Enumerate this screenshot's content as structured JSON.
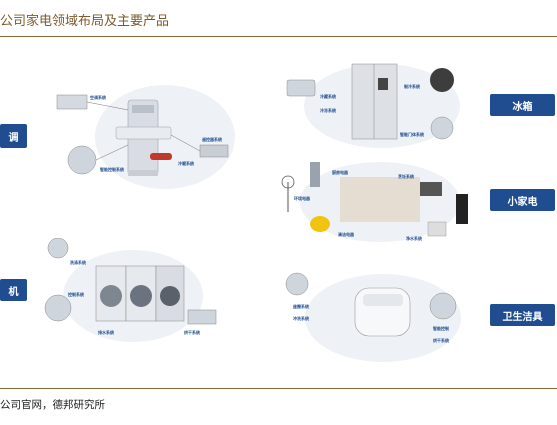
{
  "header": {
    "title": "公司家电领域布局及主要产品"
  },
  "source": {
    "text": "公司官网，德邦研究所"
  },
  "tags": {
    "left_top": "调",
    "left_bottom": "机",
    "fridge": "冰箱",
    "small_appliance": "小家电",
    "sanitary": "卫生洁具"
  },
  "colors": {
    "accent_brown": "#8b6b3d",
    "tag_blue": "#1f4d8f",
    "label_red": "#c0392b"
  },
  "panels": {
    "ac": {
      "labels": [
        "空调系统",
        "智能控制系统",
        "冷暖系统",
        "遥控器系统"
      ]
    },
    "washer": {
      "labels": [
        "洗涤系统",
        "控制系统",
        "排水系统",
        "烘干系统"
      ]
    },
    "fridge": {
      "labels": [
        "冷藏系统",
        "冷冻系统",
        "制冷系统",
        "智能门体系统"
      ]
    },
    "small": {
      "labels": [
        "厨房电器",
        "清洁电器",
        "环境电器",
        "净水系统",
        "烹饪系统"
      ]
    },
    "sanitary": {
      "labels": [
        "座圈系统",
        "冲洗系统",
        "智能控制",
        "烘干系统"
      ]
    }
  }
}
